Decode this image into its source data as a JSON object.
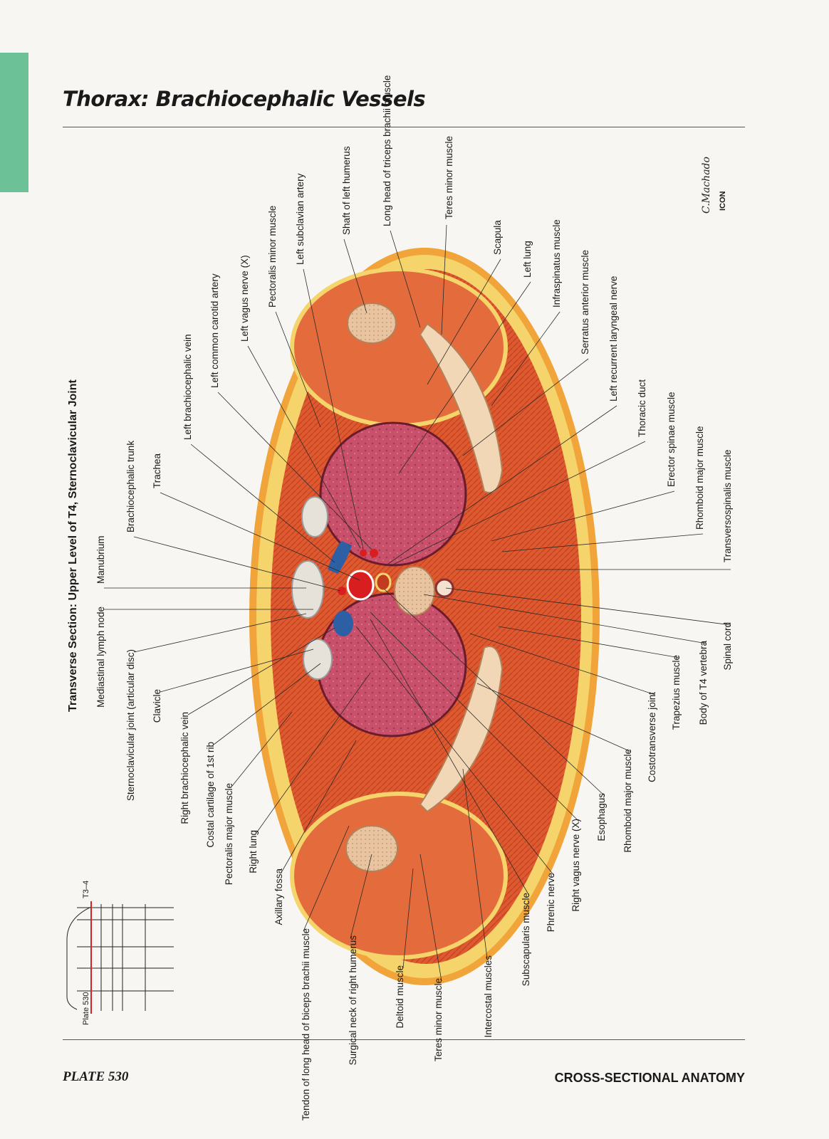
{
  "header": {
    "title": "Thorax: Brachiocephalic Vessels"
  },
  "figure": {
    "subtitle": "Transverse Section: Upper Level of T4, Sternoclavicular Joint"
  },
  "footer": {
    "plate": "PLATE 530",
    "section": "CROSS-SECTIONAL ANATOMY"
  },
  "key_diagram": {
    "plate": "Plate 530",
    "level": "T3–4"
  },
  "signature": {
    "artist": "C.Machado",
    "publisher": "ICON"
  },
  "labels_top": [
    "Manubrium",
    "Brachiocephalic trunk",
    "Trachea",
    "Left brachiocephalic vein",
    "Left common carotid artery",
    "Left vagus nerve (X)",
    "Pectoralis minor muscle",
    "Left subclavian artery",
    "Shaft of left humerus",
    "Long head of triceps brachii muscle",
    "Teres minor muscle",
    "Scapula",
    "Left lung",
    "Infraspinatus muscle",
    "Serratus anterior muscle",
    "Left recurrent laryngeal nerve",
    "Thoracic duct",
    "Erector spinae muscle",
    "Rhomboid major muscle",
    "Transversospinalis muscle"
  ],
  "labels_bottom": [
    "Mediastinal lymph node",
    "Sternoclavicular joint (articular disc)",
    "Clavicle",
    "Right brachiocephalic vein",
    "Costal cartilage of 1st rib",
    "Pectoralis major muscle",
    "Right lung",
    "Axillary fossa",
    "Tendon of long head of biceps brachii muscle",
    "Surgical neck of right humerus",
    "Deltoid muscle",
    "Teres minor muscle",
    "Intercostal muscles",
    "Subscapularis muscle",
    "Phrenic nerve",
    "Right vagus nerve (X)",
    "Esophagus",
    "Rhomboid major muscle",
    "Costotransverse joint",
    "Trapezius muscle",
    "Body of T4 vertebra",
    "Spinal cord"
  ]
}
